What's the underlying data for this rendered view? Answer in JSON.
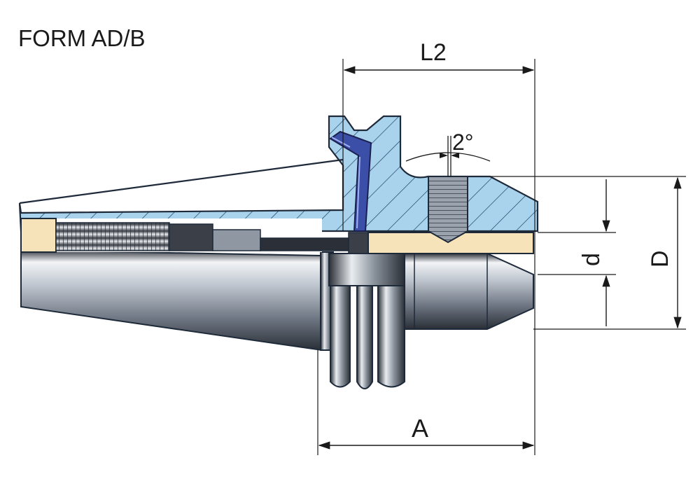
{
  "title": "FORM AD/B",
  "labels": {
    "L2": "L2",
    "angle": "2°",
    "d": "d",
    "D": "D",
    "A": "A"
  },
  "colors": {
    "section_fill": "#a9d3ec",
    "hatch": "#1e3f66",
    "outline": "#1e2a3a",
    "bore_fill": "#f6e3ba",
    "steel_dark": "#3a3f48",
    "steel_light": "#d8dde3",
    "screw_blue": "#3c4fa8",
    "dimension": "#1a1a1a"
  }
}
